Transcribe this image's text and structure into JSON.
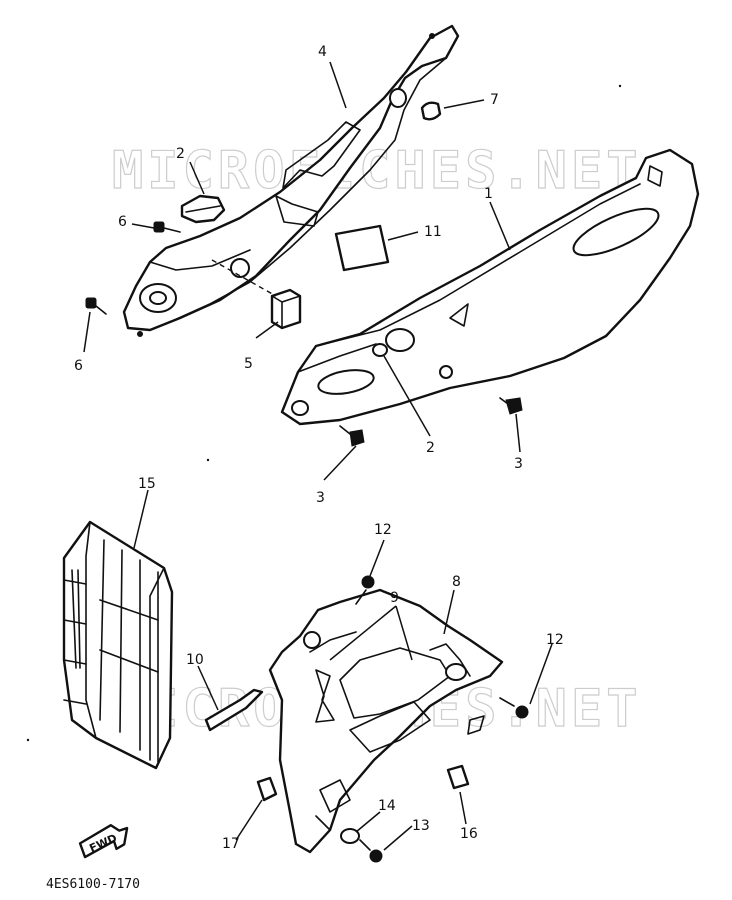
{
  "watermarks": [
    "MICROFICHES.NET",
    "MICROFICHES.NET"
  ],
  "diagram_code": "4ES6100-7170",
  "fwd_label": "FWD",
  "callouts": {
    "c1": "1",
    "c2a": "2",
    "c2b": "2",
    "c3a": "3",
    "c3b": "3",
    "c4": "4",
    "c5": "5",
    "c6a": "6",
    "c6b": "6",
    "c7": "7",
    "c8": "8",
    "c9": "9",
    "c10": "10",
    "c11": "11",
    "c12a": "12",
    "c12b": "12",
    "c13": "13",
    "c14": "14",
    "c15": "15",
    "c16": "16",
    "c17": "17"
  }
}
